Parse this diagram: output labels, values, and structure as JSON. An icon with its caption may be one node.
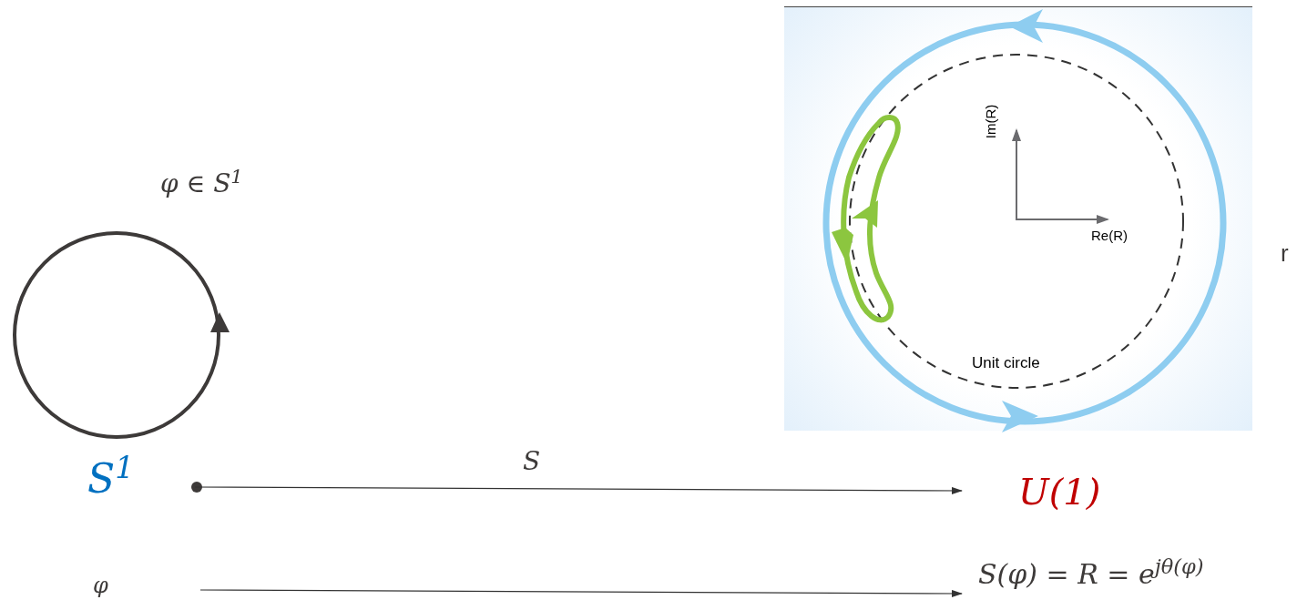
{
  "diagram": {
    "nodes": [
      {
        "text": [
          "S$^{1}$"
        ]
      },
      {
        "text": [
          "U(1)"
        ]
      },
      {
        "text": [
          "φ"
        ]
      },
      {
        "text": [
          "S(φ) = R = e$^{jθ(φ)}$"
        ]
      }
    ],
    "edges": [
      {
        "from": 0,
        "to": 1,
        "arrow": "to",
        "label": "S"
      },
      {
        "from": 2,
        "to": 3,
        "arrow": "to"
      }
    ],
    "labels": [
      "φ ∈ S$^{1}$",
      "Im(R)",
      "Re(R)",
      "Unit circle",
      "r"
    ]
  }
}
